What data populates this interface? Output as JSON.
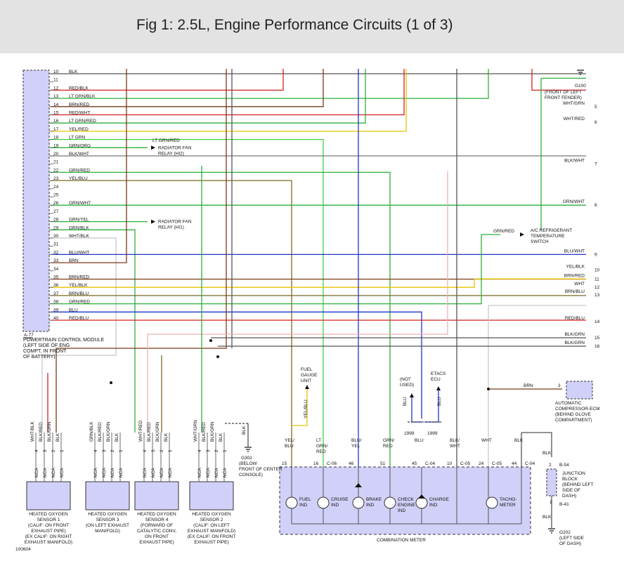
{
  "page": {
    "title": "Fig 1: 2.5L, Engine Performance Circuits (1 of 3)"
  },
  "colors": {
    "BLK": "#555555",
    "RED": "#d62020",
    "GRN": "#2eaf3a",
    "LTGRN": "#40d040",
    "BRN": "#7a3a18",
    "YEL": "#e8c400",
    "BLU": "#1f35c8",
    "WHT": "#c8c8c8",
    "ORG": "#e08020",
    "PINK": "#f0b0b0",
    "OLIVE": "#7a6a20",
    "module": "#d0d0f8"
  },
  "pcm": {
    "label_lines": [
      "POWERTRAIN CONTROL MODULE",
      "(LEFT SIDE OF ENG",
      "COMPT, IN FRONT",
      "OF BATTERY)"
    ],
    "connector": "A-77"
  },
  "pins": [
    {
      "n": "10",
      "wire": "BLK"
    },
    {
      "n": "11",
      "wire": ""
    },
    {
      "n": "12",
      "wire": "RED/BLK"
    },
    {
      "n": "13",
      "wire": "LT GRN/BLK"
    },
    {
      "n": "14",
      "wire": "BRN/RED"
    },
    {
      "n": "15",
      "wire": "RED/WHT"
    },
    {
      "n": "16",
      "wire": "LT GRN/RED"
    },
    {
      "n": "17",
      "wire": "YEL/RED"
    },
    {
      "n": "18",
      "wire": "LT GRN"
    },
    {
      "n": "19",
      "wire": "GRN/ORG"
    },
    {
      "n": "20",
      "wire": "BLK/WHT"
    },
    {
      "n": "21",
      "wire": ""
    },
    {
      "n": "22",
      "wire": "GRN/RED"
    },
    {
      "n": "23",
      "wire": "YEL/BLU"
    },
    {
      "n": "24",
      "wire": ""
    },
    {
      "n": "25",
      "wire": ""
    },
    {
      "n": "26",
      "wire": "GRN/WHT"
    },
    {
      "n": "27",
      "wire": ""
    },
    {
      "n": "28",
      "wire": "GRN/YEL"
    },
    {
      "n": "29",
      "wire": "GRN/BLK"
    },
    {
      "n": "30",
      "wire": "WHT/BLK"
    },
    {
      "n": "31",
      "wire": ""
    },
    {
      "n": "32",
      "wire": "BLU/WHT"
    },
    {
      "n": "33",
      "wire": "BRN"
    },
    {
      "n": "34",
      "wire": ""
    },
    {
      "n": "35",
      "wire": "BRN/RED"
    },
    {
      "n": "36",
      "wire": "YEL/BLK"
    },
    {
      "n": "37",
      "wire": "BRN/BLU"
    },
    {
      "n": "38",
      "wire": "GRN/RED"
    },
    {
      "n": "39",
      "wire": "BLU"
    },
    {
      "n": "40",
      "wire": "RED/BLU"
    }
  ],
  "labels": {
    "ground_g100": "G100",
    "g100_loc": [
      "(FRONT OF LEFT",
      "FRONT FENDER)"
    ],
    "wire_18_right": "LT GRN/RED",
    "fan_relay_hi2": [
      "RADIATOR FAN",
      "RELAY (HI2)"
    ],
    "fan_relay_hi1": [
      "RADIATOR FAN",
      "RELAY (HI1)"
    ],
    "ac_sensor_wire": "GRN/RED",
    "ac_sensor": [
      "A/C REFRIGERANT",
      "TEMPERATURE",
      "SWITCH"
    ],
    "fuel_gauge": [
      "FUEL",
      "GAUGE",
      "UNIT"
    ],
    "fuel_gauge_wire": "YEL/BLU",
    "not_used": [
      "(NOT",
      "USED)"
    ],
    "etacs": [
      "ETACS",
      "ECU"
    ],
    "blu": "BLU",
    "year_1999": "1999",
    "brn": "BRN",
    "auto_comp": [
      "AUTOMATIC",
      "COMPRESSOR-ECM",
      "(BEHIND GLOVE",
      "COMPARTMENT)"
    ],
    "g302": "G302",
    "g302_loc": [
      "(BELOW",
      "FRONT OF CENTER",
      "CONSOLE)"
    ],
    "blk": "BLK",
    "combination_meter": "COMBINATION METER",
    "junction_block": [
      "JUNCTION",
      "BLOCK",
      "(BEHIND LEFT",
      "SIDE OF",
      "DASH)"
    ],
    "jb_top": "B-54",
    "jb_bottom": "B-41",
    "g202": "G202",
    "g202_loc": [
      "(LEFT SIDE",
      "OF DASH)"
    ],
    "diagram_id": "100604",
    "nca": "NCA",
    "pin3": "3"
  },
  "right_edge": [
    {
      "wire": "WHT/GRN",
      "num": "5"
    },
    {
      "wire": "WHT/RED",
      "num": "6"
    },
    {
      "wire": "BLK/WHT",
      "num": "7"
    },
    {
      "wire": "GRN/WHT",
      "num": "8"
    },
    {
      "wire": "BLU/WHT",
      "num": "9"
    },
    {
      "wire": "YEL/BLK",
      "num": "10"
    },
    {
      "wire": "BRN/RED",
      "num": "11"
    },
    {
      "wire": "WHT",
      "num": "12"
    },
    {
      "wire": "BRN/BLU",
      "num": "13"
    },
    {
      "wire": "RED/BLU",
      "num": "14"
    },
    {
      "wire": "BLK/GRN",
      "num": "15"
    },
    {
      "wire": "BLK/GRN",
      "num": "16"
    }
  ],
  "meter_pins": [
    {
      "label": [
        "YEL/",
        "BLU"
      ],
      "pin": "15"
    },
    {
      "label": [
        "LT",
        "GRN/",
        "RED"
      ],
      "pin": "16",
      "conn": "C-06"
    },
    {
      "label": [
        "BLU/",
        "YEL"
      ],
      "pin": "46"
    },
    {
      "label": [
        "GRN/",
        "RED"
      ],
      "pin": "51"
    },
    {
      "label": [
        "BLU"
      ],
      "pin": "45",
      "conn": "C-04"
    },
    {
      "label": [
        "BLK/",
        "WHT"
      ],
      "pin": "10",
      "conn": "C-05"
    },
    {
      "label": [
        "WHT"
      ],
      "pin": "24",
      "conn": "C-05"
    },
    {
      "label": [
        "BLK"
      ],
      "pin": "44",
      "conn": "C-04"
    }
  ],
  "indicators": [
    {
      "label": [
        "FUEL",
        "IND"
      ]
    },
    {
      "label": [
        "CRUISE",
        "IND"
      ]
    },
    {
      "label": [
        "BRAKE",
        "IND"
      ]
    },
    {
      "label": [
        "CHECK",
        "ENGINE",
        "IND"
      ]
    },
    {
      "label": [
        "CHARGE",
        "IND"
      ]
    },
    {
      "label": [
        "TACHO-",
        "METER"
      ]
    }
  ],
  "sensors": [
    {
      "label": [
        "HEATED OXYGEN",
        "SENSOR 1",
        "(CALIF: ON FRONT",
        "EXHAUST PIPE)",
        "(EX CALIF: ON RIGHT",
        "EXHAUST MANIFOLD)"
      ],
      "wires": [
        "WHT/BLK",
        "BLK/RED",
        "BLK/GRN",
        "BLK"
      ],
      "pins": [
        "4",
        "3",
        "2",
        "1"
      ]
    },
    {
      "label": [
        "HEATED OXYGEN",
        "SENSOR 3",
        "(ON LEFT EXHAUST",
        "MANIFOLD)"
      ],
      "wires": [
        "GRN/BLK",
        "BLK/RED",
        "BLK/GRN",
        "BLK"
      ],
      "pins": [
        "4",
        "3",
        "2",
        "1"
      ]
    },
    {
      "label": [
        "HEATED OXYGEN",
        "SENSOR 4",
        "(FORWARD OF",
        "CATALYTIC CONV,",
        "ON FRONT",
        "EXHAUST PIPE)"
      ],
      "wires": [
        "WHT/RED",
        "BLK/RED",
        "BLK/GRN",
        "BLK"
      ],
      "pins": [
        "4",
        "3",
        "2",
        "1"
      ]
    },
    {
      "label": [
        "HEATED OXYGEN",
        "SENSOR 2",
        "(CALIF: ON LEFT",
        "EXHAUST MANIFOLD)",
        "(EX CALIF: ON FRONT",
        "EXHAUST PIPE)"
      ],
      "wires": [
        "WHT/GRN",
        "BLK/RED",
        "BLK/GRN",
        "BLK"
      ],
      "pins": [
        "4",
        "3",
        "2",
        "1"
      ]
    }
  ]
}
